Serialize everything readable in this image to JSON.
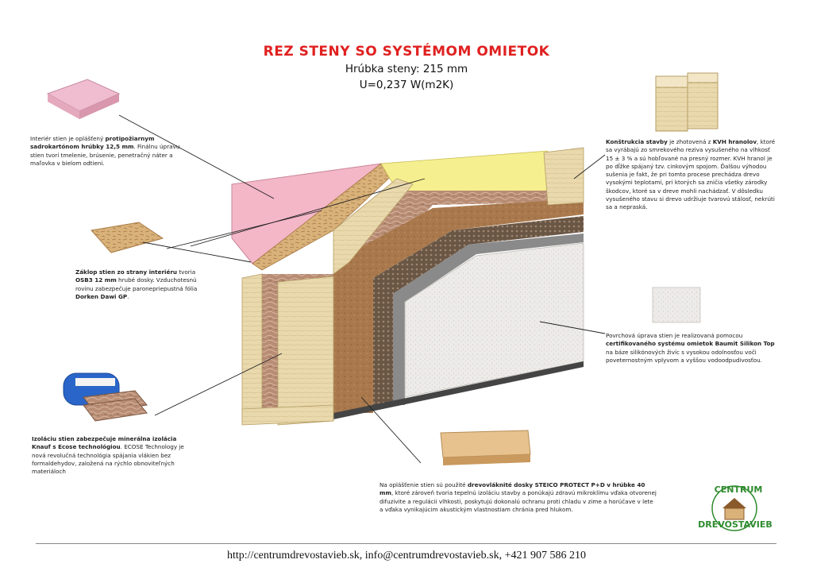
{
  "header": {
    "title": "REZ STENY SO SYSTÉMOM OMIETOK",
    "thickness": "Hrúbka steny: 215 mm",
    "u_value": "U=0,237 W(m2K)"
  },
  "notes": {
    "interior": {
      "t1": "Interiér stien je oplášťený ",
      "b1": "protipožiarnym sadrokartónom hrúbky 12,5 mm",
      "t2": ". Finálnu úpravu stien tvorí tmelenie, brúsenie, penetračný náter a maľovka v bielom odtieni."
    },
    "osb": {
      "b1": "Záklop stien zo strany interiéru",
      "t1": " tvoria ",
      "b2": "OSB3 12 mm",
      "t2": " hrubé dosky. Vzduchotesnú rovinu zabezpečuje paronepriepustná fólia ",
      "b3": "Dorken Dawi GP",
      "t3": "."
    },
    "insulation": {
      "b1": "Izoláciu stien zabezpečuje minerálna izolácia Knauf s Ecose technológiou",
      "t1": ". ECOSE Technology je nová revolučná technológia spájania vlákien bez formaldehydov, založená na rýchlo obnoviteľných materiáloch"
    },
    "kvh": {
      "b1": "Konštrukcia stavby",
      "t1": " je zhotovená z ",
      "b2": "KVH hranolov",
      "t2": ", ktoré sa vyrábajú zo smrekového reziva vysušeného na vlhkosť 15 ± 3 % a sú hobľované na presný rozmer. KVH hranol je po dĺžke spájaný tzv. cinkovým spojom. Ďalšou výhodou sušenia je fakt, že pri tomto procese prechádza drevo vysokými teplotami, pri ktorých sa zničia všetky zárodky škodcov, ktoré sa v dreve mohli nachádzať. V dôsledku vysušeného stavu si drevo udržiuje tvarovú stálosť, nekrúti sa a nepraská."
    },
    "plaster": {
      "t1": "Povrchová úprava stien je realizovaná pomocou ",
      "b1": "certifikovaného systému omietok Baumit Silikon Top",
      "t2": " na báze silikónových živíc s vysokou odolnosťou voči poveternostným vplyvom a vyššou vodoodpudivosťou."
    },
    "steico": {
      "t1": "Na oplášťenie stien sú použité ",
      "b1": "drevovláknité dosky STEICO PROTECT P+D v hrúbke 40 mm",
      "t2": ", ktoré zároveň tvoria tepelnú izoláciu stavby a ponúkajú zdravú mikroklímu vďaka otvorenej difuzivite a regulácii vlhkosti, poskytujú dokonalú ochranu proti chladu v zime a horúčave v lete a vďaka vynikajúcim akustickým vlastnostiam chránia pred hlukom."
    }
  },
  "logo": {
    "top": "CENTRUM",
    "bottom": "DREVOSTAVIEB"
  },
  "footer": {
    "contact": "http://centrumdrevostavieb.sk, info@centrumdrevostavieb.sk, +421 907 586 210"
  },
  "colors": {
    "title": "#e02020",
    "drywall": "#f4b7c8",
    "osb": "#d9b27a",
    "vapor_foil": "#f6ef8f",
    "timber": "#e9d9ad",
    "insulation": "#b88d74",
    "fiberboard": "#a9794d",
    "mesh": "#5a4a3c",
    "plaster": "#ecebe8",
    "logo": "#2e8b2e"
  }
}
